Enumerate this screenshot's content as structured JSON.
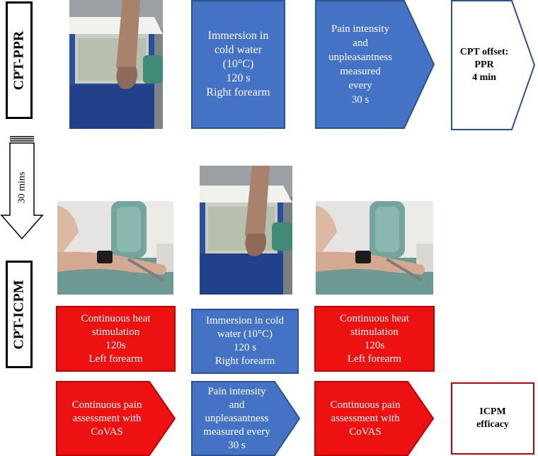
{
  "labels": {
    "ppr": "CPT-PPR",
    "icpm": "CPT-ICPM",
    "interval": "30 mins"
  },
  "ppr_row": {
    "immersion": "Immersion in\ncold water\n(10°C)\n120 s\nRight forearm",
    "pain": "Pain intensity\nand\nunpleasantness\nmeasured\nevery\n30 s",
    "offset": "CPT offset:\nPPR\n4 min"
  },
  "icpm_row": {
    "heat_left_1": "Continuous heat\nstimulation\n120s\nLeft forearm",
    "immersion": "Immersion in cold\nwater (10°C)\n120 s\nRight forearm",
    "heat_left_2": "Continuous heat\nstimulation\n120s\nLeft forearm",
    "covas_1": "Continuous pain\nassessment with\nCoVAS",
    "pain": "Pain intensity\nand\nunpleasantness\nmeasured every\n30 s",
    "covas_2": "Continuous pain\nassessment with\nCoVAS",
    "efficacy": "ICPM\nefficacy"
  },
  "colors": {
    "blue": "#4472c4",
    "red": "#ee1111",
    "outline_blue": "#2f528f",
    "outline_red": "#c00000"
  }
}
